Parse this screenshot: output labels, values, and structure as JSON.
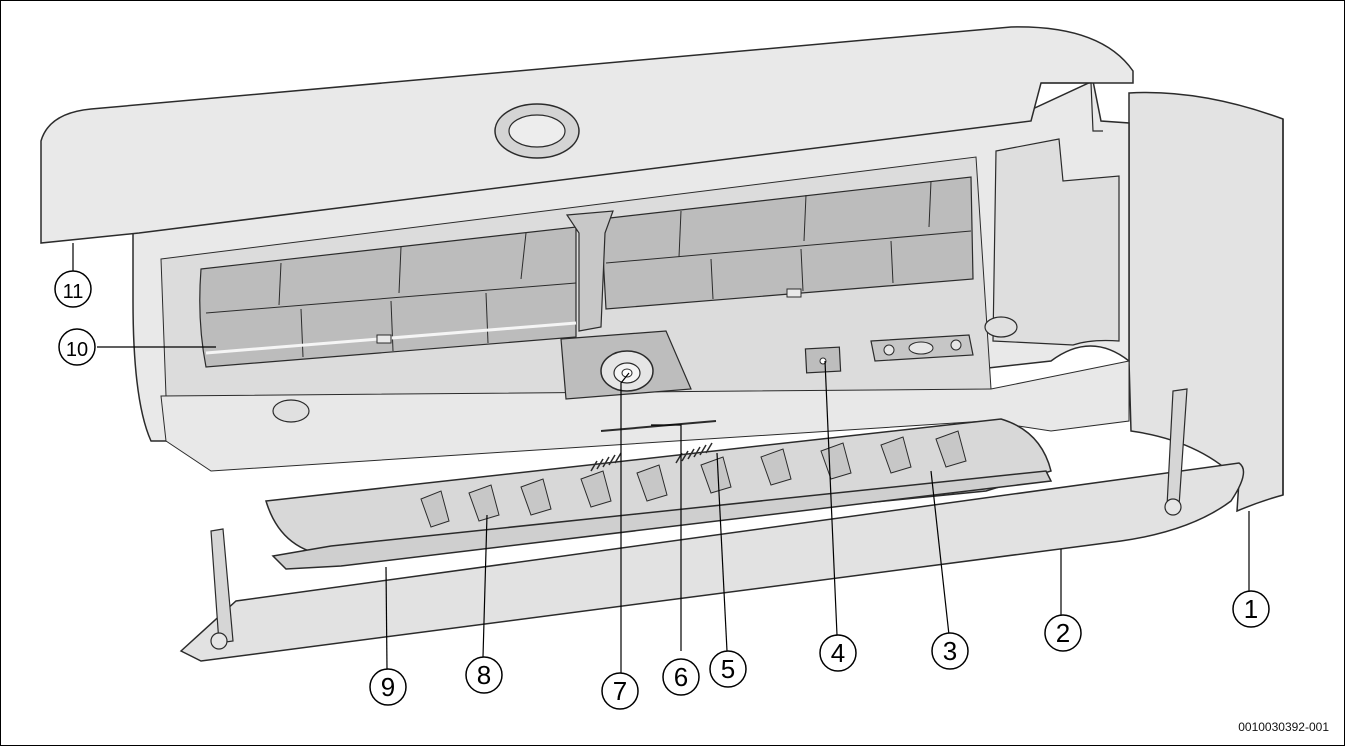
{
  "figure": {
    "image_code": "0010030392-001",
    "callouts": [
      "1",
      "2",
      "3",
      "4",
      "5",
      "6",
      "7",
      "8",
      "9",
      "10",
      "11"
    ]
  },
  "colors": {
    "body": "#e6e6e6",
    "body_dark": "#cfcfcf",
    "filter": "#bdbdbd",
    "filter_dark": "#a9a9a9",
    "outline": "#2b2b2b"
  }
}
